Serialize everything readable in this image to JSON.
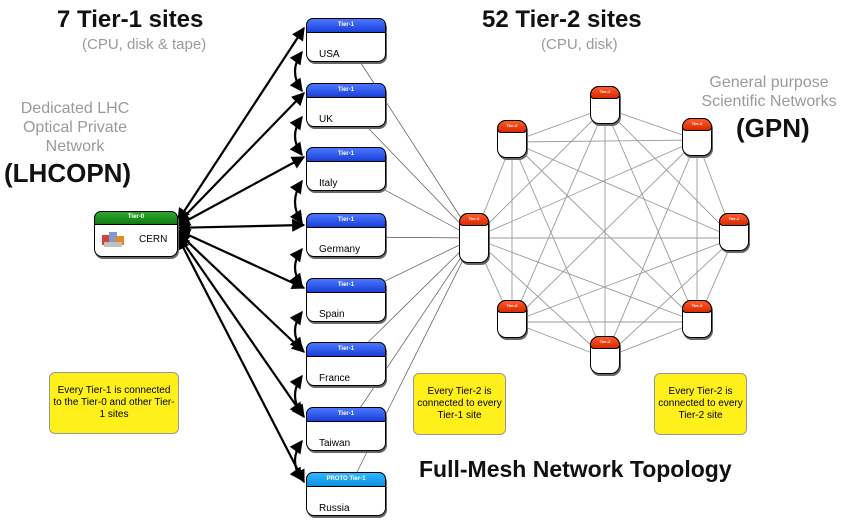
{
  "left_title": "7 Tier-1 sites",
  "left_subtitle": "(CPU, disk & tape)",
  "right_title": "52 Tier-2 sites",
  "right_subtitle": "(CPU, disk)",
  "lhcopn": {
    "line1": "Dedicated LHC",
    "line2": "Optical Private",
    "line3": "Network",
    "abbr": "(LHCOPN)"
  },
  "gpn": {
    "line1": "General purpose",
    "line2": "Scientific Networks",
    "abbr": "(GPN)"
  },
  "tier0": {
    "header": "Tier-0",
    "label": "CERN"
  },
  "tier1_sites": [
    {
      "header": "Tier-1",
      "label": "USA"
    },
    {
      "header": "Tier-1",
      "label": "UK"
    },
    {
      "header": "Tier-1",
      "label": "Italy"
    },
    {
      "header": "Tier-1",
      "label": "Germany"
    },
    {
      "header": "Tier-1",
      "label": "Spain"
    },
    {
      "header": "Tier-1",
      "label": "France"
    },
    {
      "header": "Tier-1",
      "label": "Taiwan"
    },
    {
      "header": "PROTO Tier-1",
      "label": "Russia"
    }
  ],
  "tier2_header": "Tier-2",
  "notes": {
    "tier1_note": "Every Tier-1 is connected to the Tier-0 and other Tier-1 sites",
    "tier2_note": "Every Tier-2 is connected to every Tier-1 site",
    "mesh_note": "Every Tier-2 is connected to every Tier-2 site"
  },
  "mesh_title": "Full-Mesh Network Topology",
  "colors": {
    "tier0": "#1a8f1a",
    "tier1": "#2452f0",
    "proto_tier1": "#1aa0f0",
    "tier2": "#e83a0a",
    "note_bg": "#ffef1a",
    "mesh_line": "#9a9a9a"
  }
}
